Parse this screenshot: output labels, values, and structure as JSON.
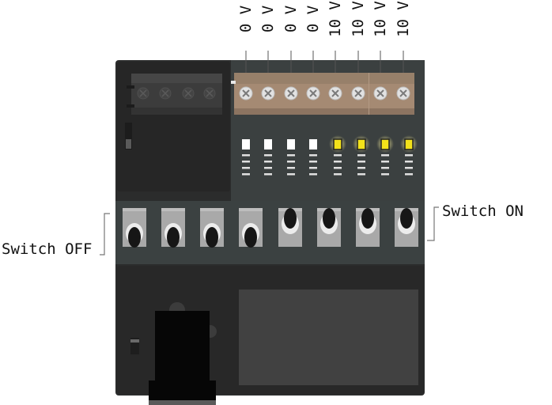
{
  "terminal_labels": [
    "0 V",
    "0 V",
    "0 V",
    "0 V",
    "10 V",
    "10 V",
    "10 V",
    "10 V"
  ],
  "switch_states": [
    "off",
    "off",
    "off",
    "off",
    "on",
    "on",
    "on",
    "on"
  ],
  "led_states": [
    "off",
    "off",
    "off",
    "off",
    "on",
    "on",
    "on",
    "on"
  ],
  "callouts": {
    "switch_off": "Switch OFF",
    "switch_on": "Switch ON"
  },
  "colors": {
    "board": "#2b2c2c",
    "switch_strip": "#3b4141",
    "terminal_block": "#a58a73",
    "led_on": "#f3e21a",
    "led_off": "#ffffff"
  }
}
